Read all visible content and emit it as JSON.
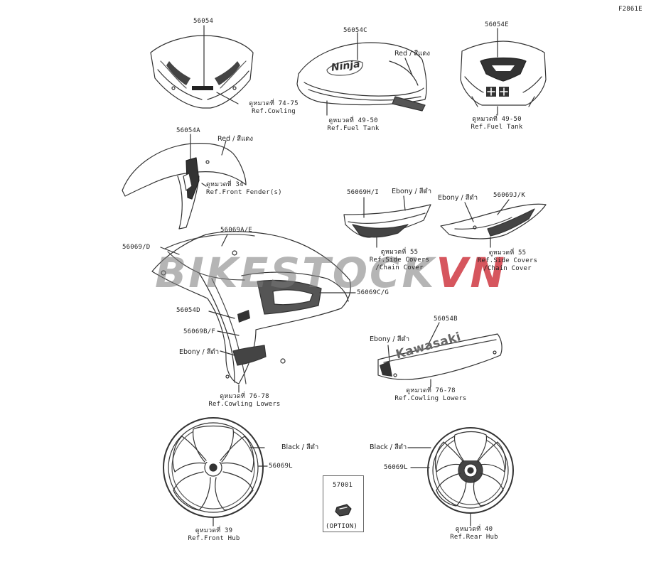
{
  "figure_code": "F2861E",
  "watermark": {
    "part1": "BIKESTOCK",
    "part2": "VN"
  },
  "labels": {
    "p56054": "56054",
    "p56054C": "56054C",
    "p56054E": "56054E",
    "p56054A": "56054A",
    "p56069HI": "56069H/I",
    "p56069JK": "56069J/K",
    "p56069D": "56069/D",
    "p56069AE": "56069A/E",
    "p56069CG": "56069C/G",
    "p56054D": "56054D",
    "p56069BF": "56069B/F",
    "p56054B": "56054B",
    "p56069L_left": "56069L",
    "p56069L_right": "56069L",
    "p57001": "57001",
    "option": "(OPTION)"
  },
  "colors": {
    "red_a": "Red / สีแดง",
    "red_b": "Red / สีแดง",
    "ebony_a": "Ebony / สีดำ",
    "ebony_b": "Ebony / สีดำ",
    "ebony_c": "Ebony / สีดำ",
    "ebony_d": "Ebony / สีดำ",
    "black_left": "Black / สีดำ",
    "black_right": "Black / สีดำ"
  },
  "refs": {
    "cowling": {
      "th": "ดูหมวดที่ 74-75",
      "en": "Ref.Cowling"
    },
    "fuel_tank_c": {
      "th": "ดูหมวดที่ 49-50",
      "en": "Ref.Fuel Tank"
    },
    "fuel_tank_e": {
      "th": "ดูหมวดที่ 49-50",
      "en": "Ref.Fuel Tank"
    },
    "front_fender": {
      "th": "ดูหมวดที่ 34",
      "en": "Ref.Front Fender(s)"
    },
    "side_covers_a": {
      "th": "ดูหมวดที่ 55",
      "en1": "Ref.Side Covers",
      "en2": "/Chain Cover"
    },
    "side_covers_b": {
      "th": "ดูหมวดที่ 55",
      "en1": "Ref.Side Covers",
      "en2": "/Chain Cover"
    },
    "cowling_lowers_a": {
      "th": "ดูหมวดที่ 76-78",
      "en": "Ref.Cowling Lowers"
    },
    "cowling_lowers_b": {
      "th": "ดูหมวดที่ 76-78",
      "en": "Ref.Cowling Lowers"
    },
    "front_hub": {
      "th": "ดูหมวดที่ 39",
      "en": "Ref.Front Hub"
    },
    "rear_hub": {
      "th": "ดูหมวดที่ 40",
      "en": "Ref.Rear Hub"
    }
  },
  "decal_text": {
    "ninja": "Ninja",
    "kawasaki": "Kawasaki"
  }
}
